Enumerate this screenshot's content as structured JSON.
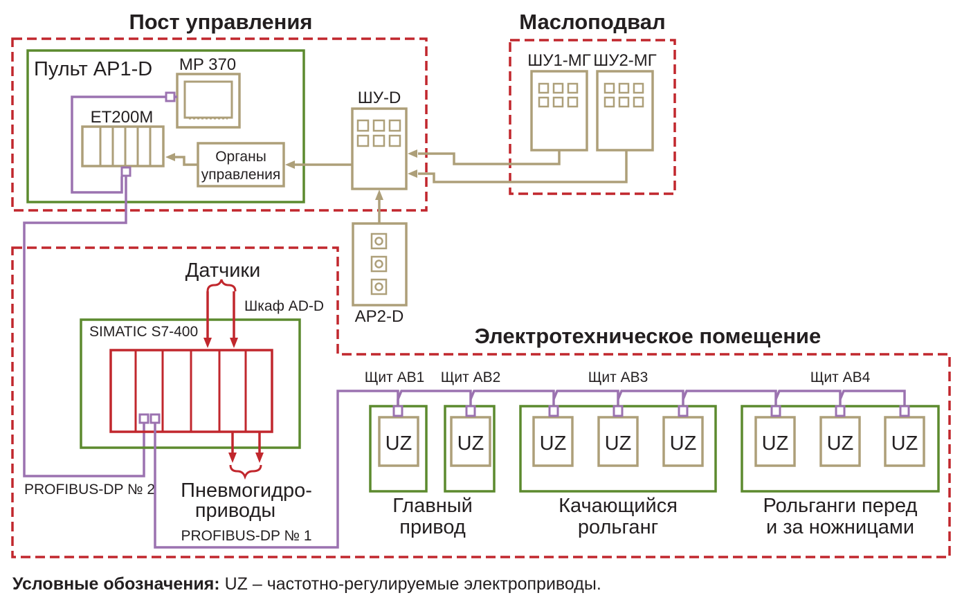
{
  "zones": {
    "control_post": "Пост управления",
    "oil_cellar": "Маслоподвал",
    "electrical_room": "Электротехническое помещение"
  },
  "control_post": {
    "console_label": "Пульт AP1-D",
    "mp370_label": "MP 370",
    "et200m_label": "ET200M",
    "controls_line1": "Органы",
    "controls_line2": "управления"
  },
  "shu_d_label": "ШУ-D",
  "ap2_d_label": "AP2-D",
  "oil_cellar": {
    "shu1_label": "ШУ1-МГ",
    "shu2_label": "ШУ2-МГ"
  },
  "cabinet": {
    "label": "Шкаф AD-D",
    "sensors_label": "Датчики",
    "simatic_label": "SIMATIC S7-400",
    "actuators_line1": "Пневмогидро-",
    "actuators_line2": "приводы",
    "profibus1": "PROFIBUS-DP № 1",
    "profibus2": "PROFIBUS-DP № 2"
  },
  "electrical": {
    "panels": [
      "Щит AB1",
      "Щит AB2",
      "Щит AB3",
      "Щит AB4"
    ],
    "uz_label": "UZ",
    "groups": [
      {
        "line1": "Главный",
        "line2": "привод"
      },
      {
        "line1": "Качающийся",
        "line2": "рольганг"
      },
      {
        "line1": "Рольганги перед",
        "line2": "и за ножницами"
      }
    ]
  },
  "legend": {
    "bold": "Условные обозначения:",
    "text": " UZ – частотно-регулируемые электроприводы."
  },
  "colors": {
    "zone_border": "#c1272d",
    "group_border": "#5c8a2e",
    "equipment": "#ad9f79",
    "profibus": "#9b72b0",
    "simatic_rack": "#c1272d"
  }
}
